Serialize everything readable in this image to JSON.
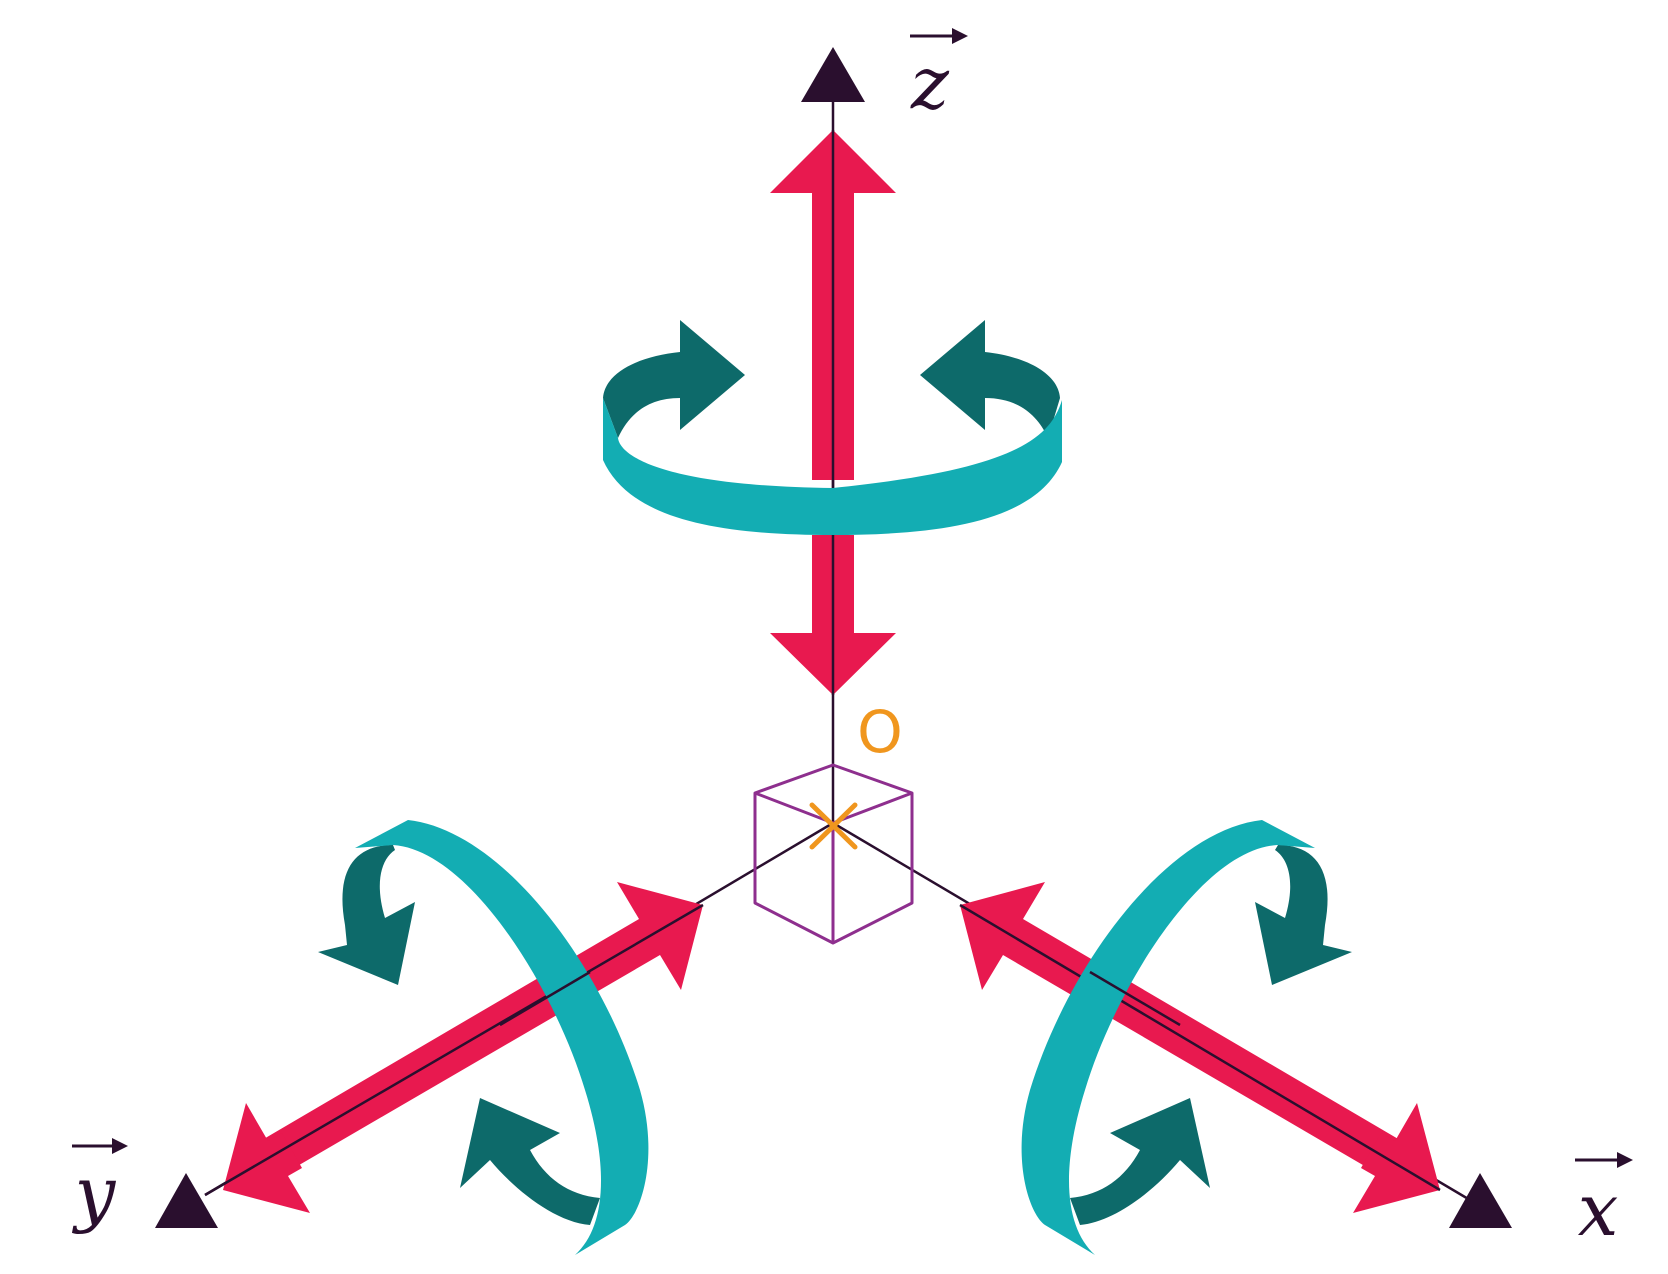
{
  "labels": {
    "z_axis": "z",
    "y_axis": "y",
    "x_axis": "x",
    "origin": "O"
  },
  "colors": {
    "background": "#ffffff",
    "axis_line": "#2a0f2e",
    "translation_arrow": "#e8194f",
    "rotation_band_light": "#13adb3",
    "rotation_band_dark": "#0d6a6a",
    "cube_outline": "#8e2f8e",
    "origin_marker": "#f0961e"
  },
  "icons": {
    "axis_head": "triangle-arrowhead-icon",
    "vector_bar": "right-arrow-icon",
    "origin_mark": "cross-icon"
  }
}
